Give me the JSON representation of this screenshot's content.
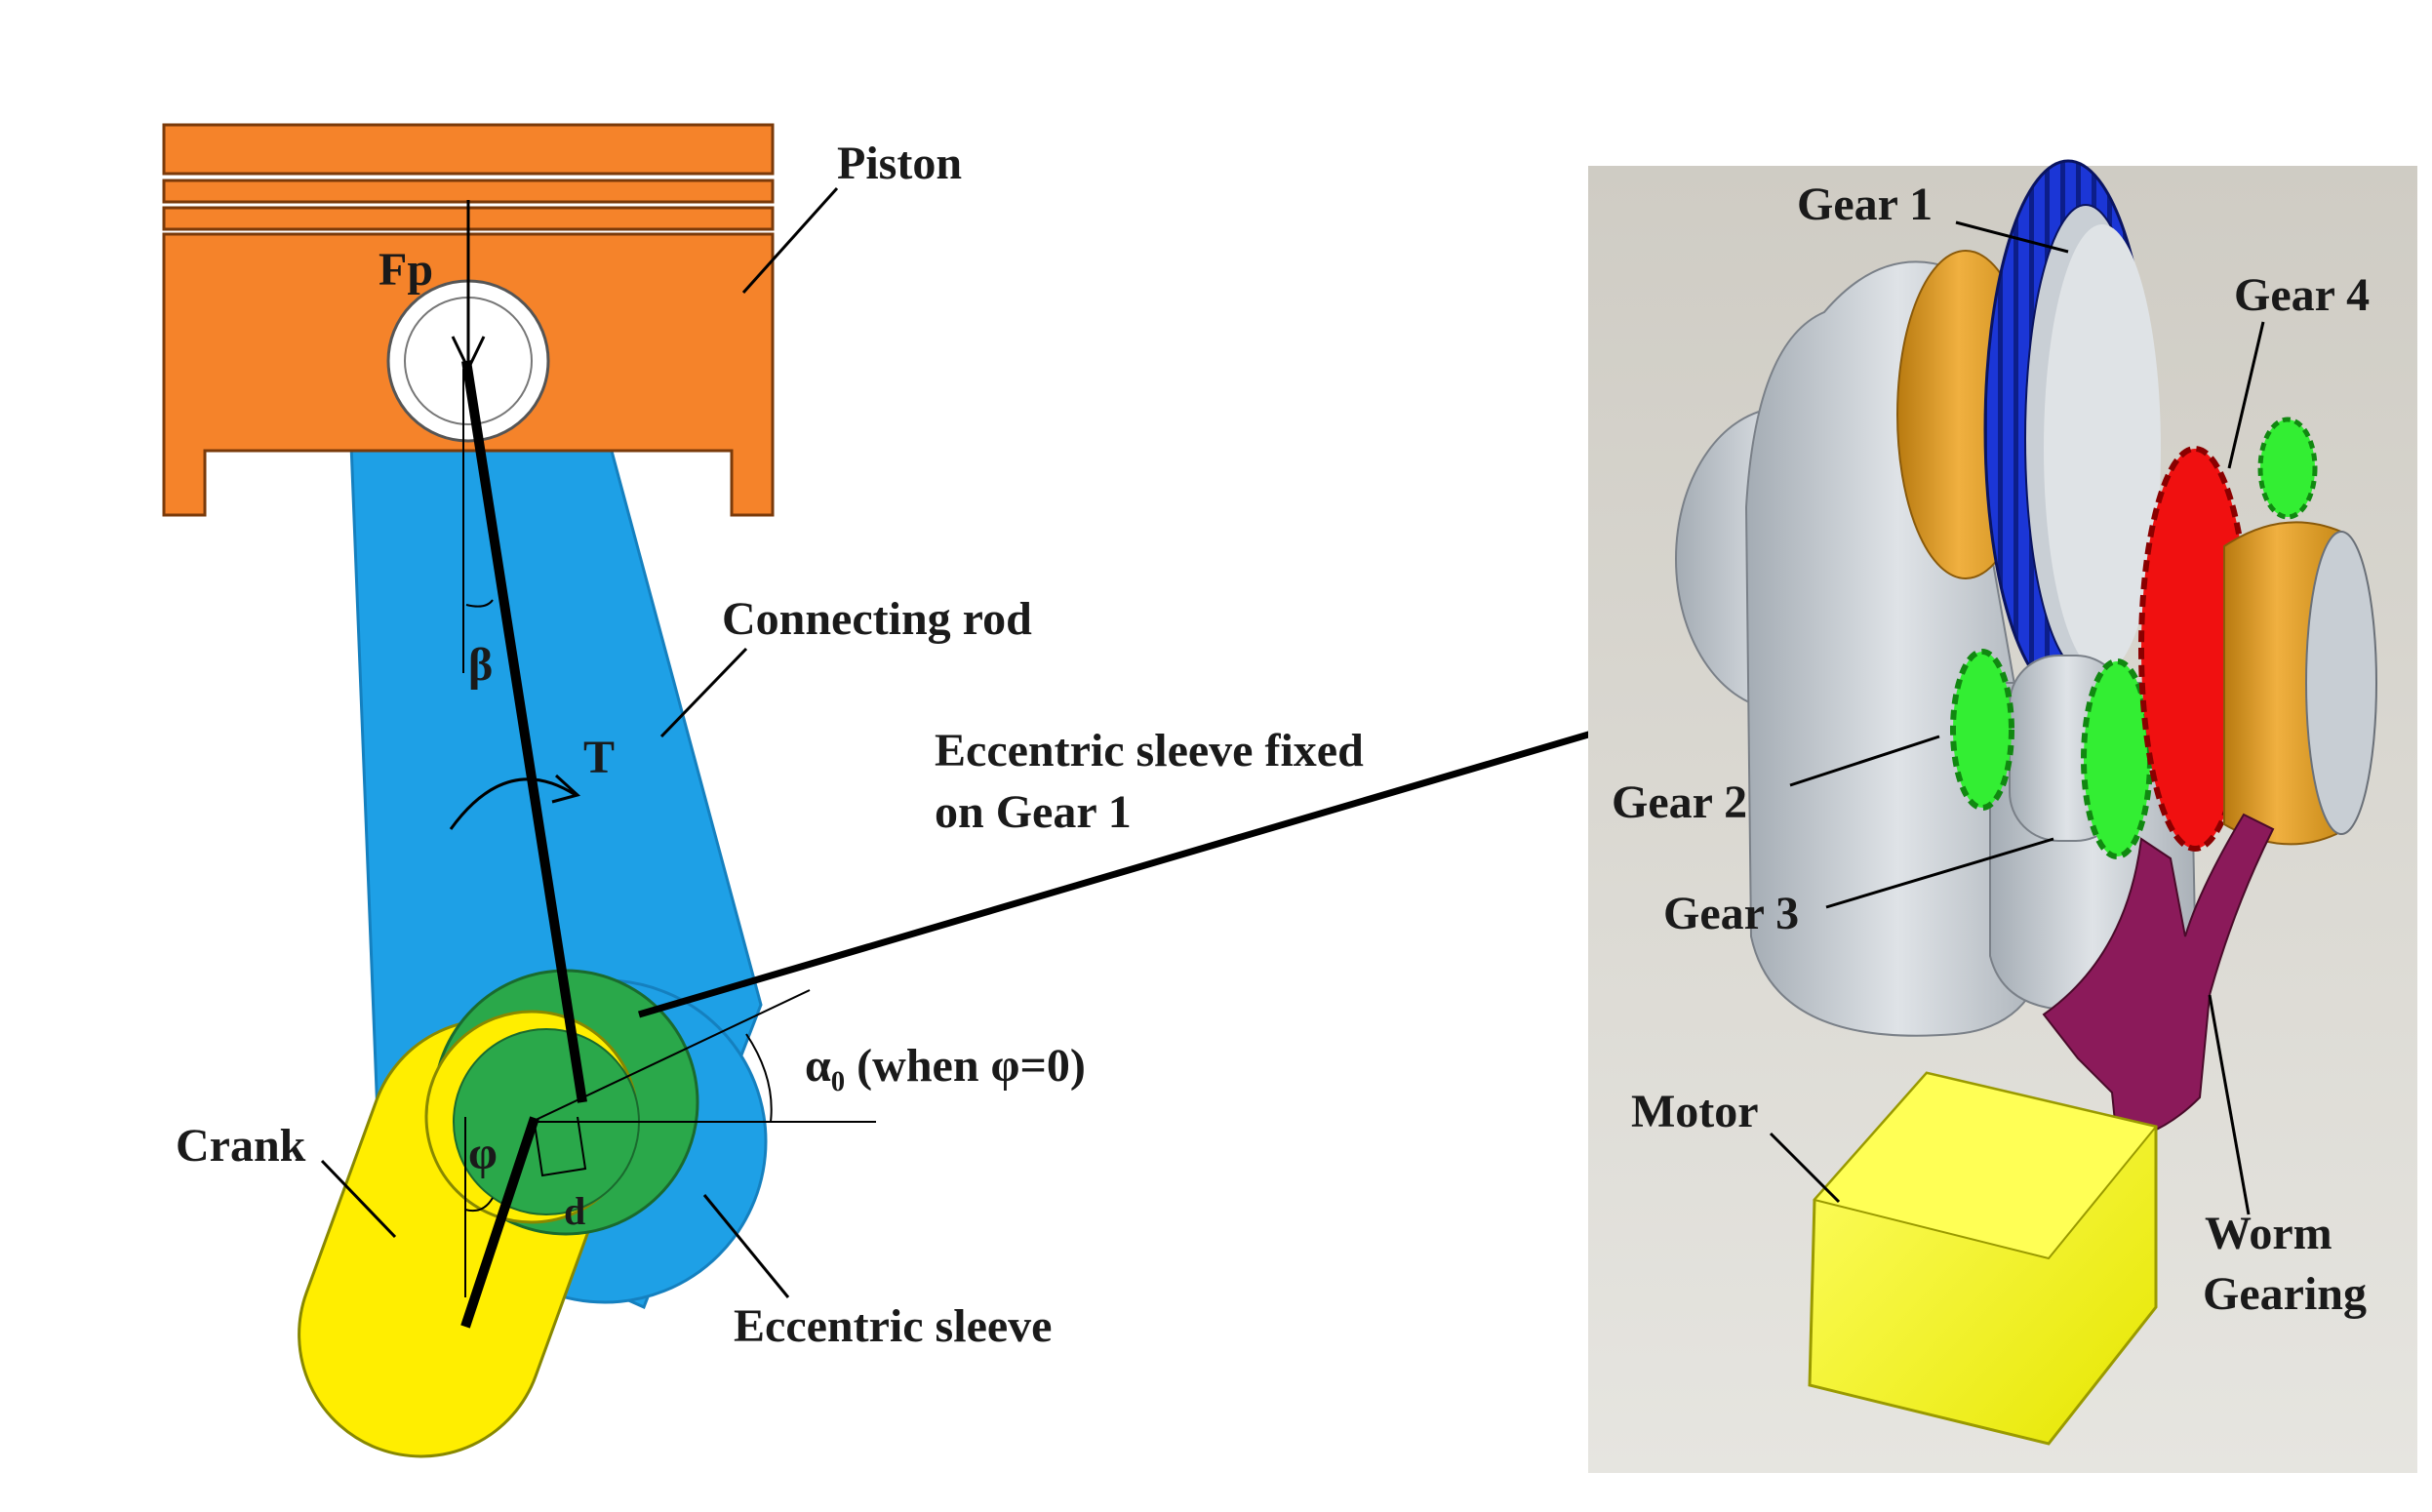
{
  "labels": {
    "piston": "Piston",
    "fp": "Fp",
    "beta": "β",
    "torque": "T",
    "connecting_rod": "Connecting rod",
    "eccentric_fixed_line1": "Eccentric sleeve fixed",
    "eccentric_fixed_line2": "on Gear 1",
    "alpha0": "α₀ (when φ=0)",
    "crank": "Crank",
    "phi": "φ",
    "d": "d",
    "eccentric_sleeve": "Eccentric sleeve",
    "gear1": "Gear 1",
    "gear2": "Gear 2",
    "gear3": "Gear 3",
    "gear4": "Gear 4",
    "motor": "Motor",
    "worm_line1": "Worm",
    "worm_line2": "Gearing"
  },
  "colors": {
    "piston": "#f5832a",
    "connecting_rod": "#1ea0e6",
    "crank": "#ffee00",
    "eccentric_sleeve": "#2aa84a",
    "gear1": "#1b36d6",
    "gear2_3": "#33ee33",
    "gear4": "#f01010",
    "sleeve_orange": "#e3a020",
    "worm": "#8b1a5a",
    "motor": "#ffff33",
    "render_bg": "#d6d4cc"
  }
}
